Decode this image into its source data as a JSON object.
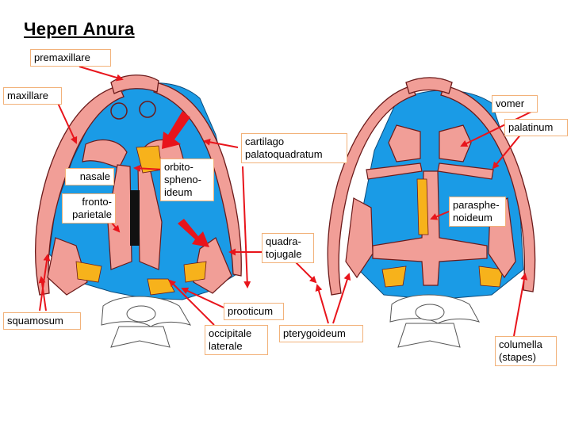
{
  "title": "Череп Anura",
  "labels": {
    "premaxillare": "premaxillare",
    "maxillare": "maxillare",
    "vomer": "vomer",
    "palatinum": "palatinum",
    "cartilago": "cartilago\npalatoquadratum",
    "nasale": "nasale",
    "frontoparietale": "fronto-\nparietale",
    "orbitosphenoideum": "orbito-\nspheno-\nideum",
    "parasphenoideum": "parasphe-\nnoideum",
    "quadratojugale": "quadra-\ntojugale",
    "prooticum": "prooticum",
    "squamosum": "squamosum",
    "occipitale": "occipitale\nlaterale",
    "pterygoideum": "pterygoideum",
    "columella": "columella\n(stapes)"
  },
  "colors": {
    "bone": "#f19e97",
    "bone_outline": "#6b1a1a",
    "cartilage": "#1a9be6",
    "ossification": "#f7b21b",
    "arrow": "#e8141b",
    "label_border": "#f2b27a",
    "vertebra": "#ffffff"
  }
}
